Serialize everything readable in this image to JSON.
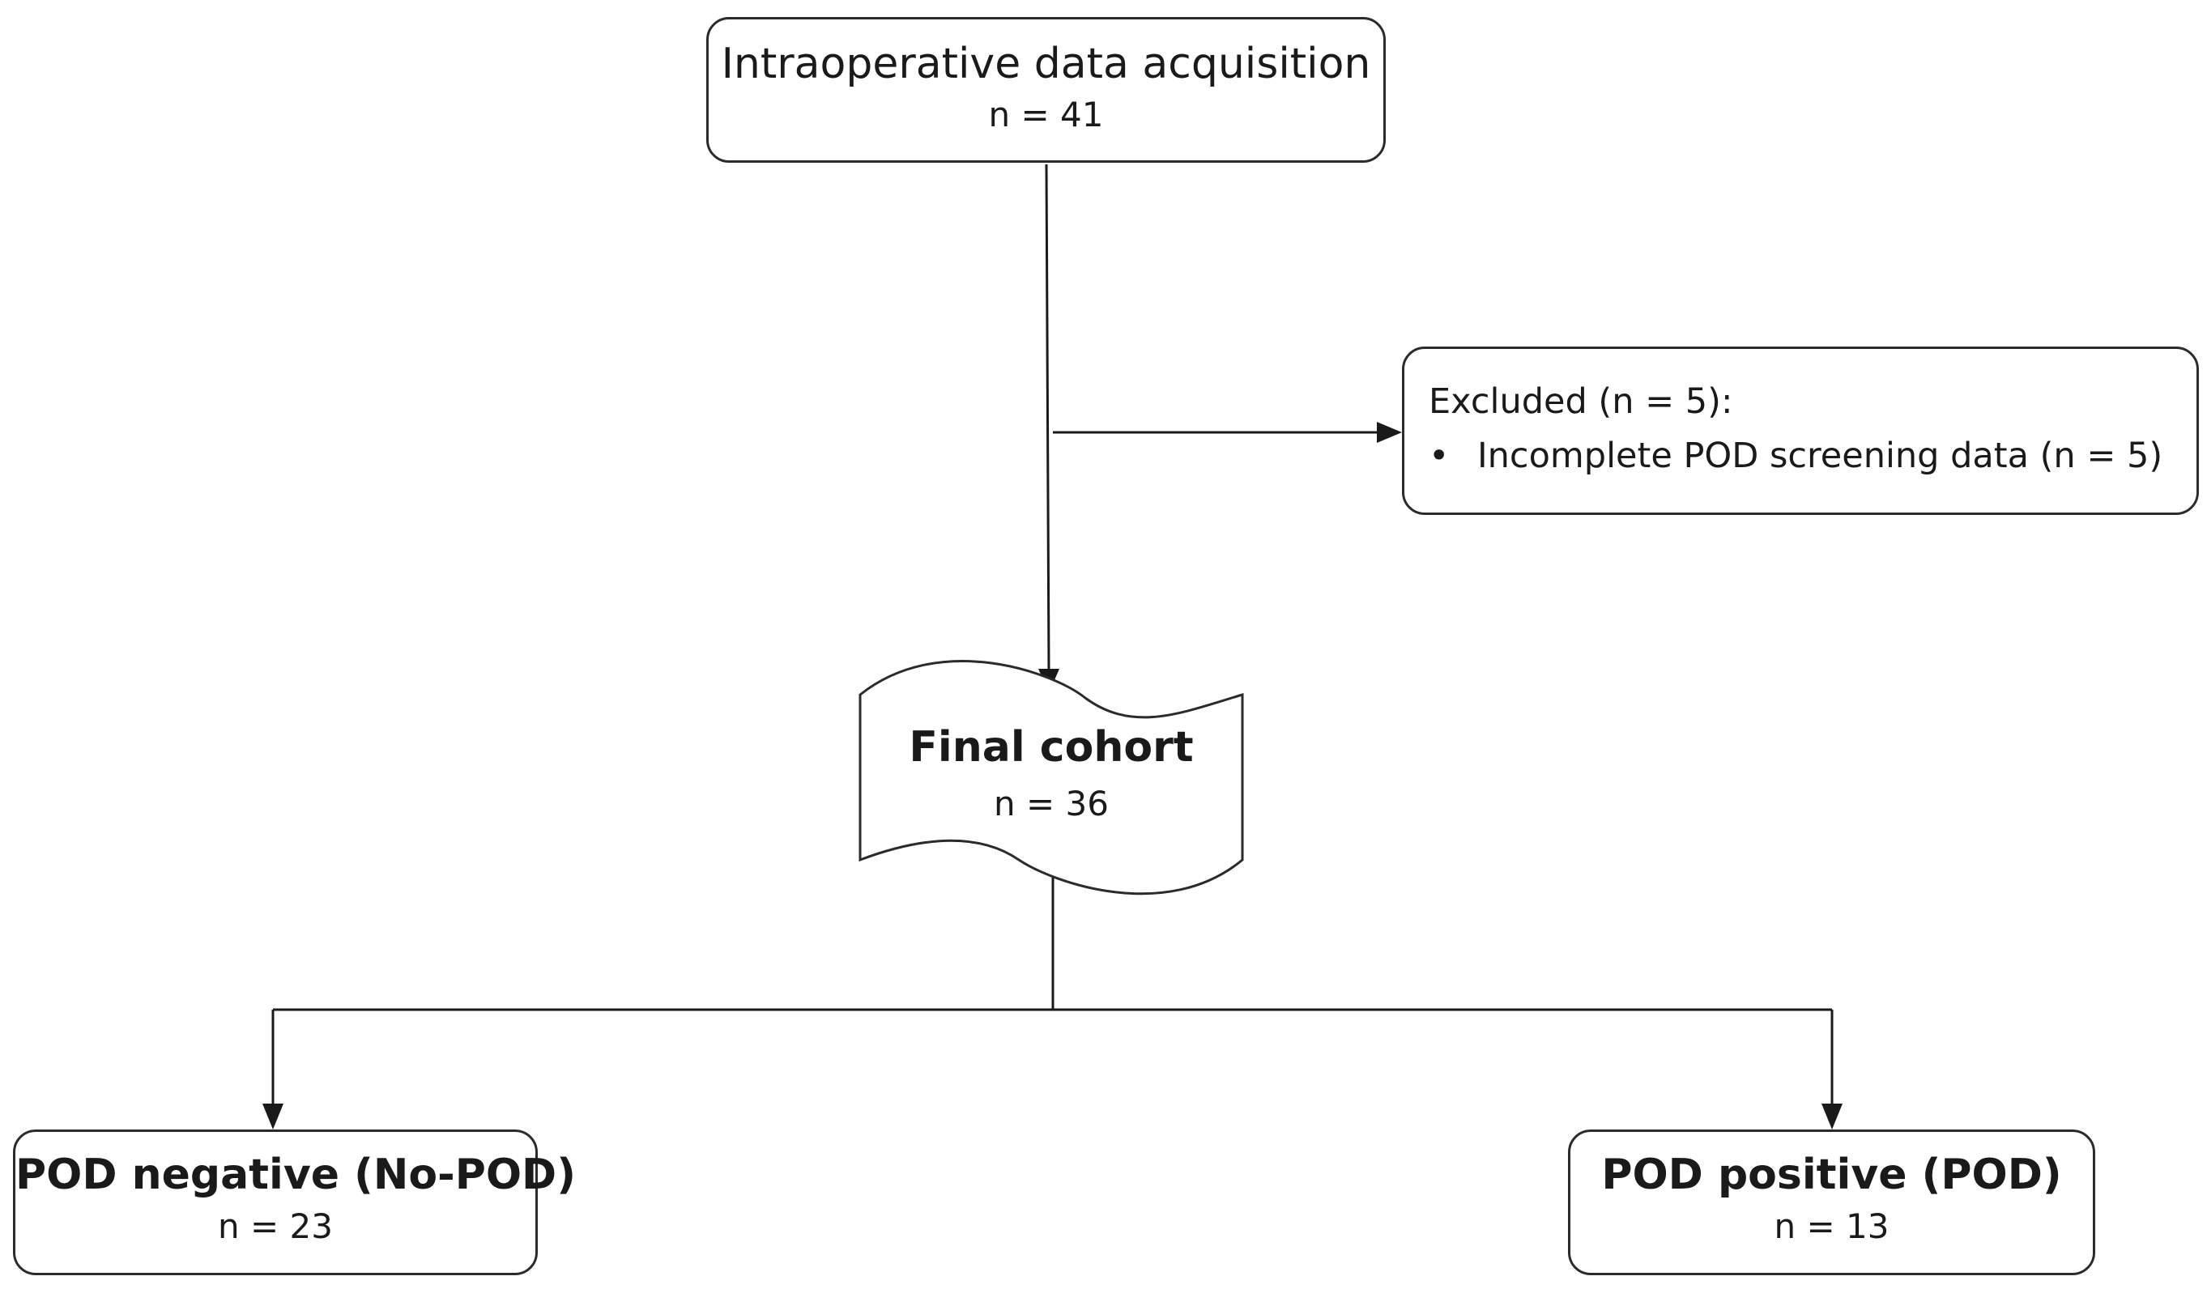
{
  "diagram": {
    "nodes": {
      "acquisition": {
        "title": "Intraoperative data acquisition",
        "count": "n = 41"
      },
      "excluded": {
        "title": "Excluded (n = 5):",
        "bullet": "•",
        "items": [
          "Incomplete POD screening data (n = 5)"
        ]
      },
      "final_cohort": {
        "title": "Final cohort",
        "count": "n = 36"
      },
      "pod_negative": {
        "title": "POD negative (No-POD)",
        "count": "n = 23"
      },
      "pod_positive": {
        "title": "POD positive (POD)",
        "count": "n = 13"
      }
    },
    "edges": [
      {
        "from": "acquisition",
        "to": "final_cohort"
      },
      {
        "from": "acquisition",
        "to": "excluded"
      },
      {
        "from": "final_cohort",
        "to": "pod_negative"
      },
      {
        "from": "final_cohort",
        "to": "pod_positive"
      }
    ],
    "colors": {
      "line": "#1a1a1a",
      "box_border": "#2b2b2b",
      "background": "#ffffff",
      "text": "#1a1a1a"
    }
  }
}
